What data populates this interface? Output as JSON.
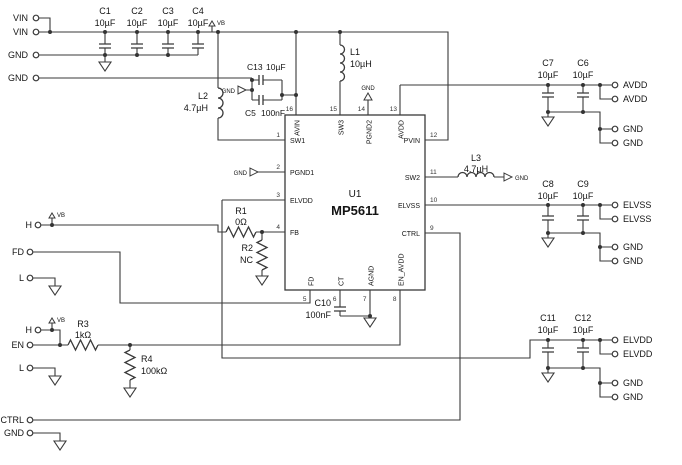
{
  "ic": {
    "refdes": "U1",
    "part": "MP5611",
    "pins": {
      "sw1": {
        "num": "1",
        "name": "SW1"
      },
      "pgnd1": {
        "num": "2",
        "name": "PGND1"
      },
      "elvdd": {
        "num": "3",
        "name": "ELVDD"
      },
      "fb": {
        "num": "4",
        "name": "FB"
      },
      "fd": {
        "num": "5",
        "name": "FD"
      },
      "ct": {
        "num": "6",
        "name": "CT"
      },
      "agnd": {
        "num": "7",
        "name": "AGND"
      },
      "en_avdd": {
        "num": "8",
        "name": "EN_AVDD"
      },
      "ctrl": {
        "num": "9",
        "name": "CTRL"
      },
      "elvss": {
        "num": "10",
        "name": "ELVSS"
      },
      "sw2": {
        "num": "11",
        "name": "SW2"
      },
      "pvin": {
        "num": "12",
        "name": "PVIN"
      },
      "avdd": {
        "num": "13",
        "name": "AVDD"
      },
      "pgnd2": {
        "num": "14",
        "name": "PGND2"
      },
      "sw3": {
        "num": "15",
        "name": "SW3"
      },
      "avin": {
        "num": "16",
        "name": "AVIN"
      }
    }
  },
  "components": {
    "c1": {
      "ref": "C1",
      "value": "10µF"
    },
    "c2": {
      "ref": "C2",
      "value": "10µF"
    },
    "c3": {
      "ref": "C3",
      "value": "10µF"
    },
    "c4": {
      "ref": "C4",
      "value": "10µF"
    },
    "c5": {
      "ref": "C5",
      "value": "100nF"
    },
    "c6": {
      "ref": "C6",
      "value": "10µF"
    },
    "c7": {
      "ref": "C7",
      "value": "10µF"
    },
    "c8": {
      "ref": "C8",
      "value": "10µF"
    },
    "c9": {
      "ref": "C9",
      "value": "10µF"
    },
    "c10": {
      "ref": "C10",
      "value": "100nF"
    },
    "c11": {
      "ref": "C11",
      "value": "10µF"
    },
    "c12": {
      "ref": "C12",
      "value": "10µF"
    },
    "c13": {
      "ref": "C13",
      "value": "10µF"
    },
    "l1": {
      "ref": "L1",
      "value": "10µH"
    },
    "l2": {
      "ref": "L2",
      "value": "4.7µH"
    },
    "l3": {
      "ref": "L3",
      "value": "4.7µH"
    },
    "r1": {
      "ref": "R1",
      "value": "0Ω"
    },
    "r2": {
      "ref": "R2",
      "value": "NC"
    },
    "r3": {
      "ref": "R3",
      "value": "1kΩ"
    },
    "r4": {
      "ref": "R4",
      "value": "100kΩ"
    }
  },
  "terminals": {
    "left": [
      "VIN",
      "VIN",
      "GND",
      "GND",
      "H",
      "FD",
      "L",
      "H",
      "EN",
      "L",
      "CTRL",
      "GND"
    ],
    "right": [
      "AVDD",
      "AVDD",
      "GND",
      "GND",
      "ELVSS",
      "ELVSS",
      "GND",
      "GND",
      "ELVDD",
      "ELVDD",
      "GND",
      "GND"
    ]
  },
  "net_labels": {
    "vb": "VB",
    "gnd": "GND"
  }
}
